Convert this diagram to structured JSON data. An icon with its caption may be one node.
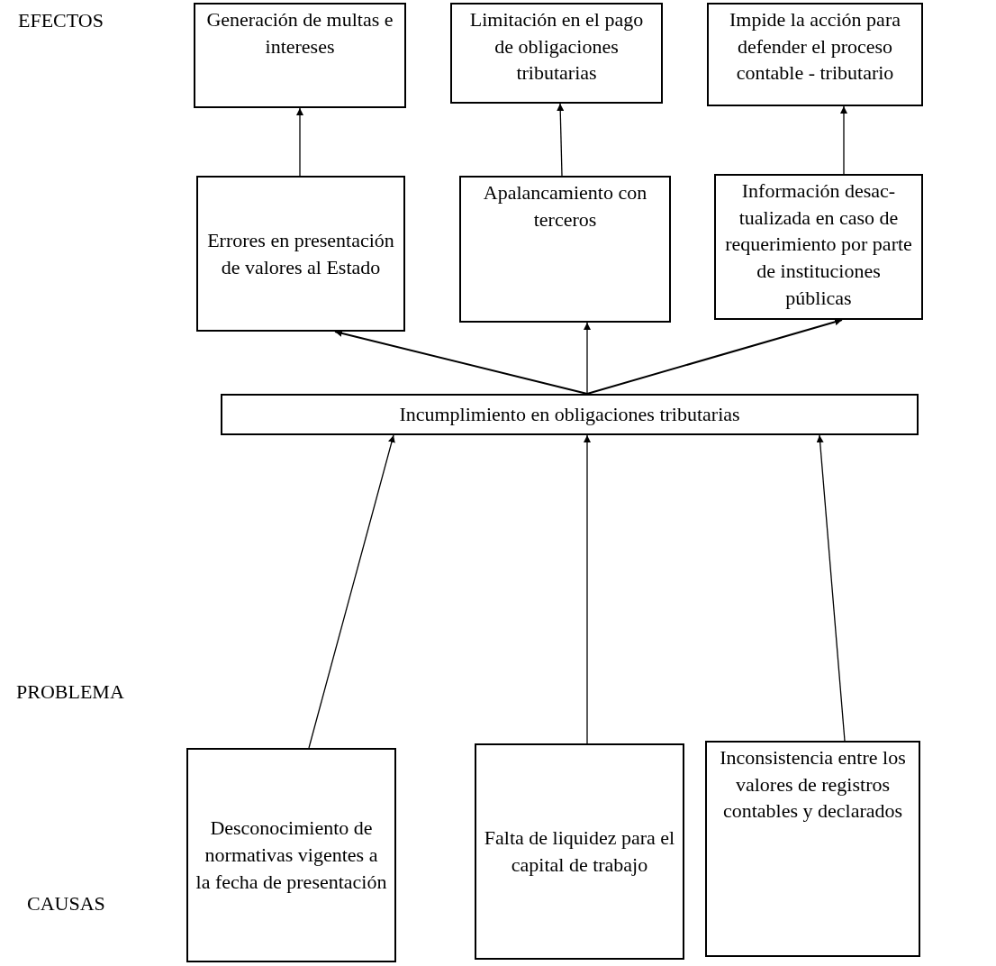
{
  "diagram": {
    "nodes": [
      {
        "text": [
          "Generación de multas e intereses"
        ]
      },
      {
        "text": [
          "Limitación en el pago de obligaciones tributarias"
        ]
      },
      {
        "text": [
          "Impide la acción para defender el proceso contable - tributario"
        ]
      },
      {
        "text": [
          "Errores en presentación de valores al Estado"
        ]
      },
      {
        "text": [
          "Apalancamiento con terceros"
        ]
      },
      {
        "text": [
          "Información desac-tualizada en caso de requerimiento por parte de instituciones públicas"
        ]
      },
      {
        "text": [
          "Incumplimiento en obligaciones tributarias"
        ]
      },
      {
        "text": [
          "Desconocimiento de normativas vigentes a la fecha de presentación"
        ]
      },
      {
        "text": [
          "Falta de liquidez para el capital de trabajo"
        ]
      },
      {
        "text": [
          "Inconsistencia entre los valores de registros contables y declarados"
        ]
      }
    ],
    "edges": [
      {
        "from": 3,
        "to": 0,
        "arrow": "to"
      },
      {
        "from": 4,
        "to": 1,
        "arrow": "to"
      },
      {
        "from": 5,
        "to": 2,
        "arrow": "to"
      },
      {
        "from": 6,
        "to": 3,
        "arrow": "to"
      },
      {
        "from": 6,
        "to": 4,
        "arrow": "to"
      },
      {
        "from": 6,
        "to": 5,
        "arrow": "to"
      },
      {
        "from": 7,
        "to": 6,
        "arrow": "to"
      },
      {
        "from": 8,
        "to": 6,
        "arrow": "to"
      },
      {
        "from": 9,
        "to": 6,
        "arrow": "to"
      }
    ],
    "labels": [
      "EFECTOS",
      "PROBLEMA",
      "CAUSAS"
    ]
  }
}
